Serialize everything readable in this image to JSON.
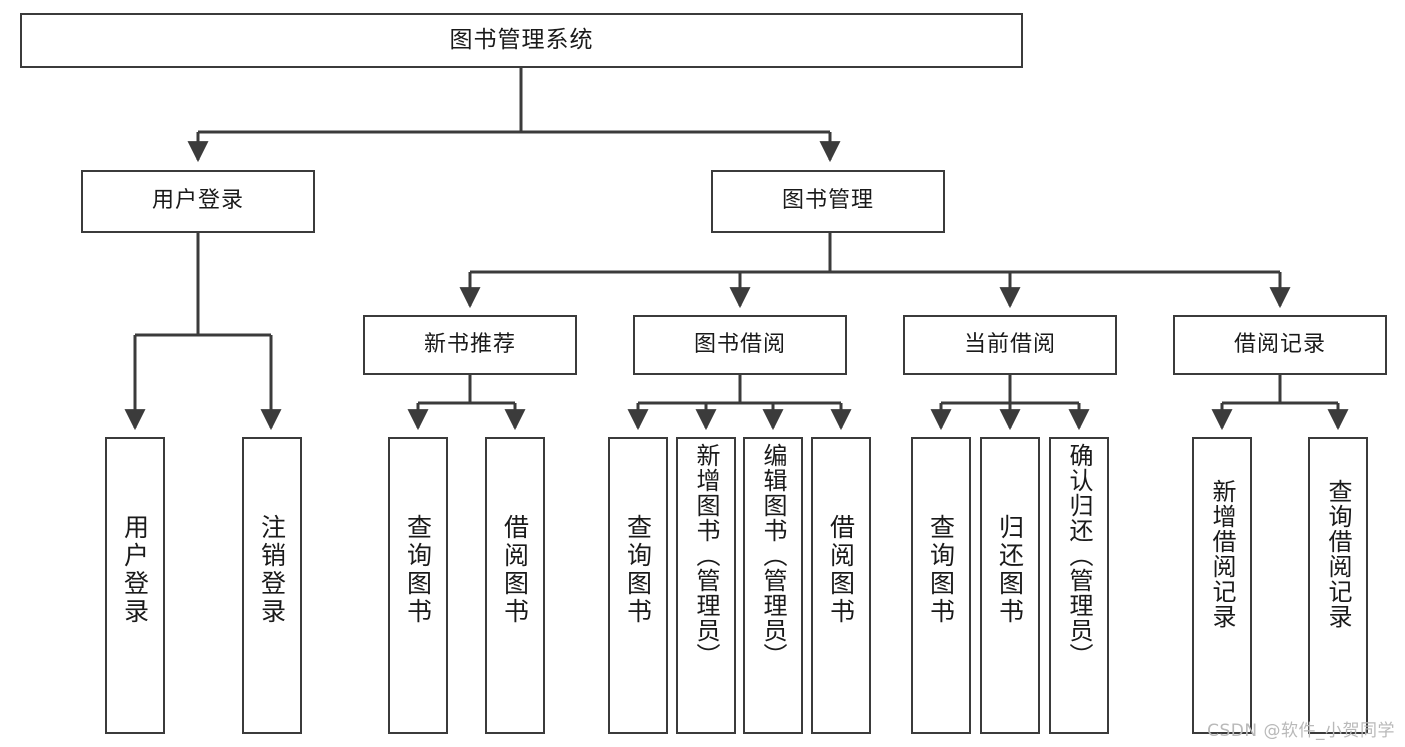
{
  "diagram": {
    "title": "图书管理系统",
    "type": "tree-hierarchy",
    "watermark": "CSDN @软件_小贺同学",
    "levels": {
      "root": {
        "label": "图书管理系统"
      },
      "level2": [
        {
          "id": "user-login",
          "label": "用户登录"
        },
        {
          "id": "book-manage",
          "label": "图书管理"
        }
      ],
      "level3": [
        {
          "id": "new-book-recommend",
          "label": "新书推荐"
        },
        {
          "id": "book-borrow",
          "label": "图书借阅"
        },
        {
          "id": "current-borrow",
          "label": "当前借阅"
        },
        {
          "id": "borrow-record",
          "label": "借阅记录"
        }
      ],
      "leaves": {
        "user-login": [
          {
            "id": "leaf-user-login",
            "label": "用户登录"
          },
          {
            "id": "leaf-user-logout",
            "label": "注销登录"
          }
        ],
        "new-book-recommend": [
          {
            "id": "leaf-query-book-1",
            "label": "查询图书"
          },
          {
            "id": "leaf-borrow-book-1",
            "label": "借阅图书"
          }
        ],
        "book-borrow": [
          {
            "id": "leaf-query-book-2",
            "label": "查询图书"
          },
          {
            "id": "leaf-add-book",
            "label": "新增图书（管理员）"
          },
          {
            "id": "leaf-edit-book",
            "label": "编辑图书（管理员）"
          },
          {
            "id": "leaf-borrow-book-2",
            "label": "借阅图书"
          }
        ],
        "current-borrow": [
          {
            "id": "leaf-query-book-3",
            "label": "查询图书"
          },
          {
            "id": "leaf-return-book",
            "label": "归还图书"
          },
          {
            "id": "leaf-confirm-return",
            "label": "确认归还（管理员）"
          }
        ],
        "borrow-record": [
          {
            "id": "leaf-add-record",
            "label": "新增借阅记录"
          },
          {
            "id": "leaf-query-record",
            "label": "查询借阅记录"
          }
        ]
      }
    },
    "colors": {
      "stroke": "#3b3b3b",
      "fill": "#ffffff",
      "text": "#1a1a1a",
      "watermark": "#b9b9b9"
    }
  }
}
